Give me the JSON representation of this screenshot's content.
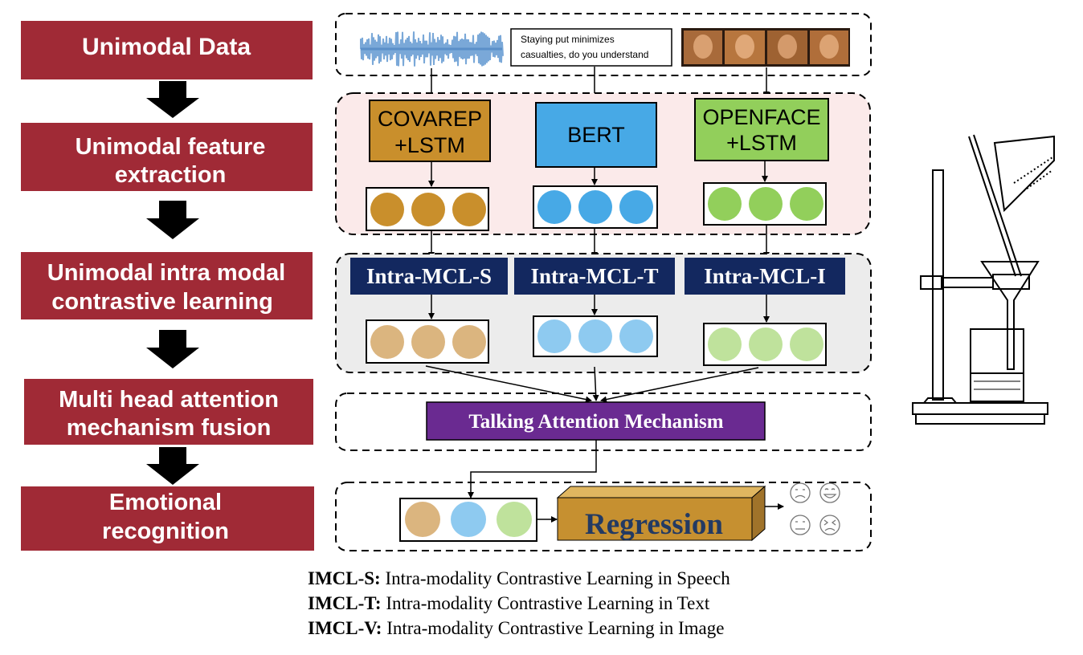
{
  "stages": [
    {
      "lines": [
        "Unimodal Data"
      ]
    },
    {
      "lines": [
        "Unimodal feature",
        "extraction"
      ]
    },
    {
      "lines": [
        "Unimodal intra modal",
        "contrastive learning"
      ]
    },
    {
      "lines": [
        "Multi head attention",
        "mechanism fusion"
      ]
    },
    {
      "lines": [
        "Emotional",
        "recognition"
      ]
    }
  ],
  "inputs": {
    "text_snippet": [
      "Staying put minimizes",
      "casualties, do you understand"
    ]
  },
  "extractors": [
    {
      "lines": [
        "COVAREP",
        "+LSTM"
      ],
      "color": "#c98f2c"
    },
    {
      "lines": [
        "BERT"
      ],
      "color": "#47a9e6"
    },
    {
      "lines": [
        "OPENFACE",
        "+LSTM"
      ],
      "color": "#92cf5b"
    }
  ],
  "intra_modules": [
    "Intra-MCL-S",
    "Intra-MCL-T",
    "Intra-MCL-I"
  ],
  "fusion_label": "Talking Attention Mechanism",
  "regression_label": "Regression",
  "legend": [
    {
      "abbr": "IMCL-S:",
      "text": " Intra-modality Contrastive Learning in Speech"
    },
    {
      "abbr": "IMCL-T:",
      "text": " Intra-modality Contrastive Learning in Text"
    },
    {
      "abbr": "IMCL-V:",
      "text": " Intra-modality Contrastive Learning in Image"
    }
  ],
  "colors": {
    "stage_bg": "#a02a36",
    "navy": "#13285f",
    "purple": "#6a2a91",
    "speech": "#c98f2c",
    "text": "#47a9e6",
    "image": "#92cf5b",
    "speech_light": "#dbb57f",
    "text_light": "#8ecaf0",
    "image_light": "#bfe29c",
    "pink_panel": "#fbeaea",
    "gray_panel": "#ececec",
    "regression_box": "#c69030"
  },
  "icons": [
    "audio-waveform-icon",
    "video-frames-icon",
    "lab-funnel-stand-icon",
    "emoji-faces-icon"
  ]
}
